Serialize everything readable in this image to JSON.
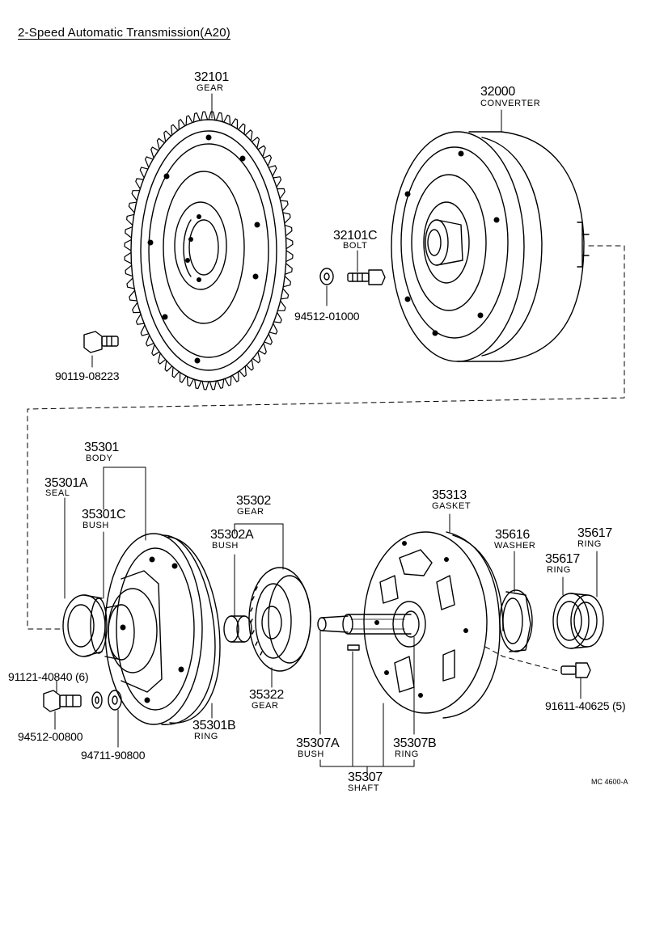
{
  "title": "2-Speed  Automatic  Transmission(A20)",
  "drawing_code": "MC 4600-A",
  "parts": {
    "gear_32101": {
      "number": "32101",
      "name": "GEAR"
    },
    "converter_32000": {
      "number": "32000",
      "name": "CONVERTER"
    },
    "bolt_32101c": {
      "number": "32101C",
      "name": "BOLT"
    },
    "washer_94512_01000": {
      "number": "94512-01000"
    },
    "bolt_90119_08223": {
      "number": "90119-08223"
    },
    "body_35301": {
      "number": "35301",
      "name": "BODY"
    },
    "seal_35301a": {
      "number": "35301A",
      "name": "SEAL"
    },
    "bush_35301c": {
      "number": "35301C",
      "name": "BUSH"
    },
    "gear_35302": {
      "number": "35302",
      "name": "GEAR"
    },
    "bush_35302a": {
      "number": "35302A",
      "name": "BUSH"
    },
    "gasket_35313": {
      "number": "35313",
      "name": "GASKET"
    },
    "washer_35616": {
      "number": "35616",
      "name": "WASHER"
    },
    "ring_35617_outer": {
      "number": "35617",
      "name": "RING"
    },
    "ring_35617_inner": {
      "number": "35617",
      "name": "RING"
    },
    "bolt_91121_40840": {
      "number": "91121-40840 (6)"
    },
    "washer_94512_00800": {
      "number": "94512-00800"
    },
    "washer_94711_90800": {
      "number": "94711-90800"
    },
    "ring_35301b": {
      "number": "35301B",
      "name": "RING"
    },
    "gear_35322": {
      "number": "35322",
      "name": "GEAR"
    },
    "bush_35307a": {
      "number": "35307A",
      "name": "BUSH"
    },
    "ring_35307b": {
      "number": "35307B",
      "name": "RING"
    },
    "shaft_35307": {
      "number": "35307",
      "name": "SHAFT"
    },
    "bolt_91611_40625": {
      "number": "91611-40625 (5)"
    }
  }
}
